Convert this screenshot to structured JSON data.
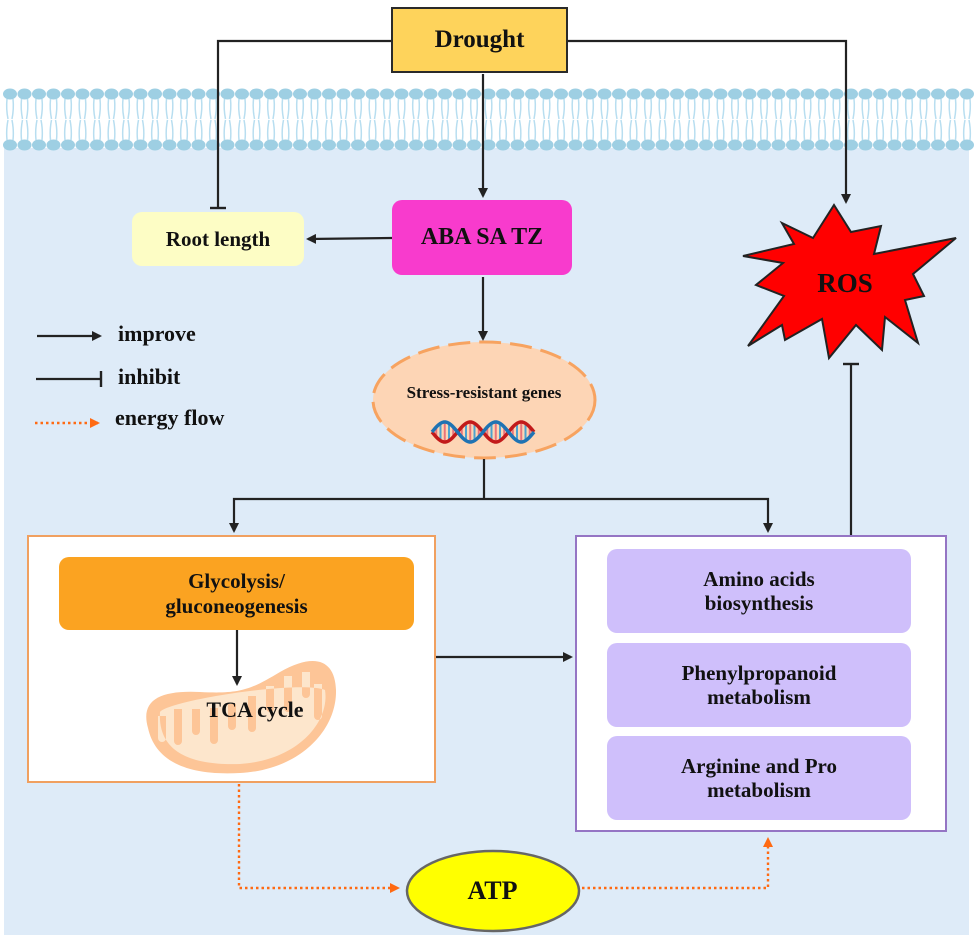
{
  "diagram": {
    "title_node": "Drought",
    "nodes": {
      "drought": "Drought",
      "root_length": "Root length",
      "hormones": "ABA SA TZ",
      "ros": "ROS",
      "genes": "Stress-resistant genes",
      "glycolysis": "Glycolysis/ gluconeogenesis",
      "tca": "TCA cycle",
      "amino": "Amino acids biosynthesis",
      "phenyl": "Phenylpropanoid metabolism",
      "arginine": "Arginine and Pro metabolism",
      "atp": "ATP"
    },
    "legend": {
      "improve": "improve",
      "inhibit": "inhibit",
      "energy_flow": "energy flow"
    },
    "colors": {
      "drought": "#fed35b",
      "root_length": "#fdfdc5",
      "hormones": "#f83bcd",
      "ros": "#ff0000",
      "genes": "#fdd5b5",
      "glycolysis": "#fba321",
      "pathways": "#cfbffb",
      "atp": "#ffff00",
      "energy_arrow": "#ff6a13",
      "cell": "#deebf8",
      "membrane": "#9ecfe3"
    },
    "edges": [
      {
        "from": "Drought",
        "to": "Root length",
        "type": "inhibit"
      },
      {
        "from": "Drought",
        "to": "ABA SA TZ",
        "type": "improve"
      },
      {
        "from": "Drought",
        "to": "ROS",
        "type": "improve"
      },
      {
        "from": "ABA SA TZ",
        "to": "Root length",
        "type": "improve"
      },
      {
        "from": "ABA SA TZ",
        "to": "Stress-resistant genes",
        "type": "improve"
      },
      {
        "from": "Stress-resistant genes",
        "to": "Glycolysis/ gluconeogenesis",
        "type": "improve"
      },
      {
        "from": "Stress-resistant genes",
        "to": "Amino acids / Phenylpropanoid / Arginine and Pro",
        "type": "improve"
      },
      {
        "from": "Glycolysis/ gluconeogenesis",
        "to": "TCA cycle",
        "type": "improve"
      },
      {
        "from": "Glycolysis box",
        "to": "Metabolism box",
        "type": "improve"
      },
      {
        "from": "Metabolism box",
        "to": "ROS",
        "type": "inhibit"
      },
      {
        "from": "Glycolysis box",
        "to": "ATP",
        "type": "energy flow"
      },
      {
        "from": "ATP",
        "to": "Metabolism box",
        "type": "energy flow"
      }
    ]
  }
}
